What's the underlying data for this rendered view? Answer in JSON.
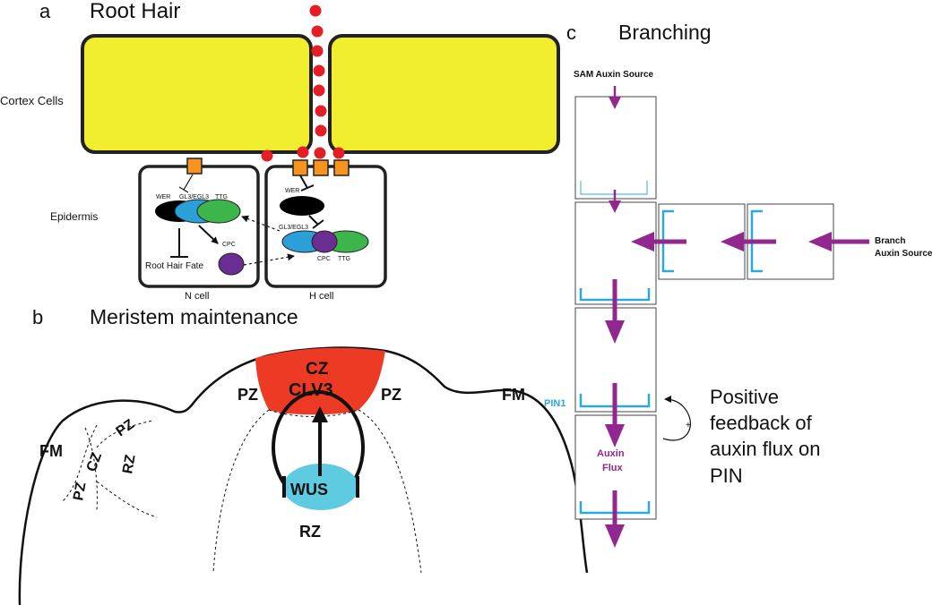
{
  "panels": {
    "a": {
      "letter": "a",
      "title": "Root Hair",
      "cortex_label": "Cortex Cells",
      "epidermis_label": "Epidermis",
      "n_cell": {
        "wer": "WER",
        "gl3": "GL3/EGL3",
        "ttg": "TTG",
        "cpc": "CPC",
        "fate": "Root Hair Fate",
        "caption": "N cell"
      },
      "h_cell": {
        "wer": "WER",
        "gl3": "GL3/EGL3",
        "cpc": "CPC",
        "ttg": "TTG",
        "caption": "H cell"
      }
    },
    "b": {
      "letter": "b",
      "title": "Meristem maintenance",
      "cz": "CZ",
      "clv3": "CLV3",
      "pz_left": "PZ",
      "pz_right": "PZ",
      "fm_left": "FM",
      "fm_right": "FM",
      "wus": "WUS",
      "rz": "RZ",
      "small_pz": "PZ",
      "small_cz": "CZ",
      "small_rz": "RZ",
      "small_pz2": "PZ"
    },
    "c": {
      "letter": "c",
      "title": "Branching",
      "sam_source": "SAM Auxin Source",
      "branch_source_1": "Branch",
      "branch_source_2": "Auxin Source",
      "pin1": "PIN1",
      "auxin_1": "Auxin",
      "auxin_2": "Flux",
      "plus": "+",
      "feedback_1": "Positive",
      "feedback_2": "feedback of",
      "feedback_3": "auxin flux on",
      "feedback_4": "PIN"
    }
  },
  "colors": {
    "cortex": "#f0ee2e",
    "auxin": "#e31e24",
    "pin_box": "#f7941d",
    "wer": "#000000",
    "gl3": "#2a9fd8",
    "ttg": "#3cb54a",
    "cpc": "#6a2d91",
    "cz": "#ec3a25",
    "wus": "#5ecbe0",
    "purple_arrow": "#92278f",
    "pin1": "#29a9e0"
  }
}
